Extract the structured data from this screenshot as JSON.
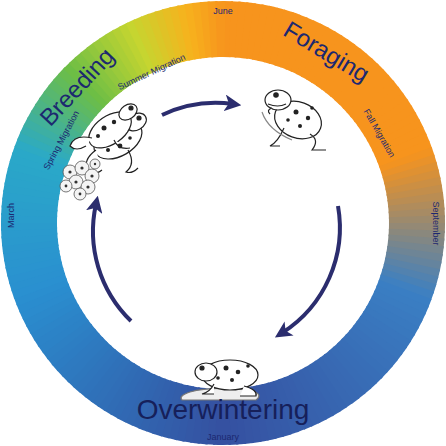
{
  "diagram": {
    "labels": [
      "June",
      "Summer Migration",
      "Foraging",
      "Breeding",
      "March",
      "Spring Migration",
      "Fall Migration",
      "September",
      "Overwintering",
      "January"
    ]
  }
}
